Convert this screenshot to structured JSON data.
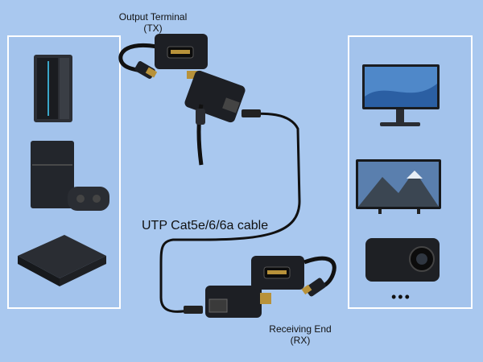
{
  "labels": {
    "tx_line1": "Output Terminal",
    "tx_line2": "(TX)",
    "cable": "UTP Cat5e/6/6a cable",
    "rx_line1": "Receiving End",
    "rx_line2": "(RX)",
    "more": "•••"
  },
  "left_devices": [
    "pc-tower",
    "game-console",
    "tv-box"
  ],
  "right_devices": [
    "monitor",
    "tv",
    "projector"
  ],
  "colors": {
    "background": "#a9c8ef",
    "panel_border": "#ffffff",
    "device_dark": "#1d1f24",
    "cable": "#111111"
  }
}
